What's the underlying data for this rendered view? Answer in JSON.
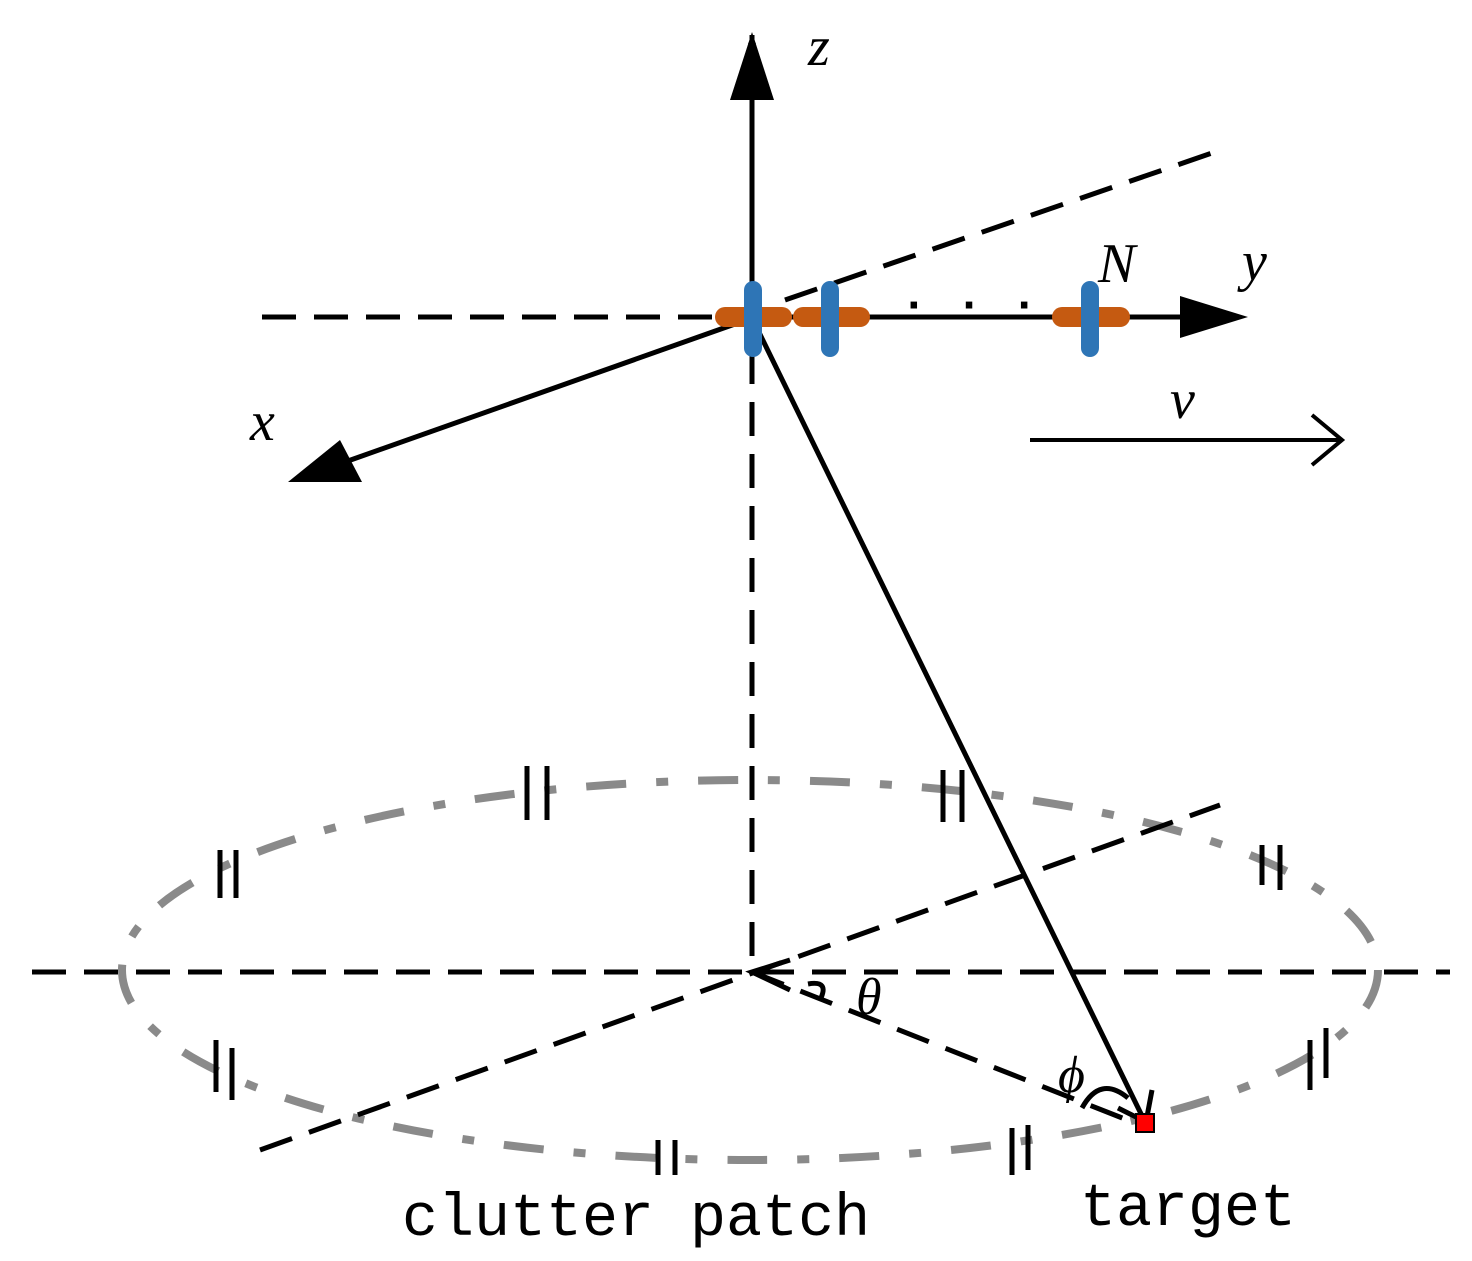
{
  "labels": {
    "z": "z",
    "y": "y",
    "x": "x",
    "N": "N",
    "v": "v",
    "theta": "θ",
    "phi": "ϕ",
    "dots": "· · ·",
    "clutter_patch": "clutter patch",
    "target": "target"
  },
  "colors": {
    "line": "#000000",
    "element_body": "#c55a11",
    "element_bar": "#2e75b6",
    "target_marker": "#ff0000",
    "clutter_ring": "#8a8a8a"
  }
}
